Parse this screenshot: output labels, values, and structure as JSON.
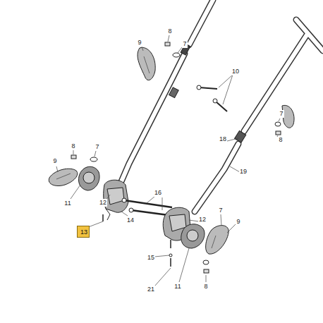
{
  "diagram": {
    "nodes": [
      {
        "text": [
          "13"
        ]
      }
    ],
    "labels": [
      "9",
      "8",
      "7",
      "10",
      "7",
      "18",
      "8",
      "19",
      "9",
      "8",
      "7",
      "11",
      "12",
      "16",
      "14",
      "12",
      "7",
      "9",
      "15",
      "21",
      "11",
      "8"
    ]
  }
}
